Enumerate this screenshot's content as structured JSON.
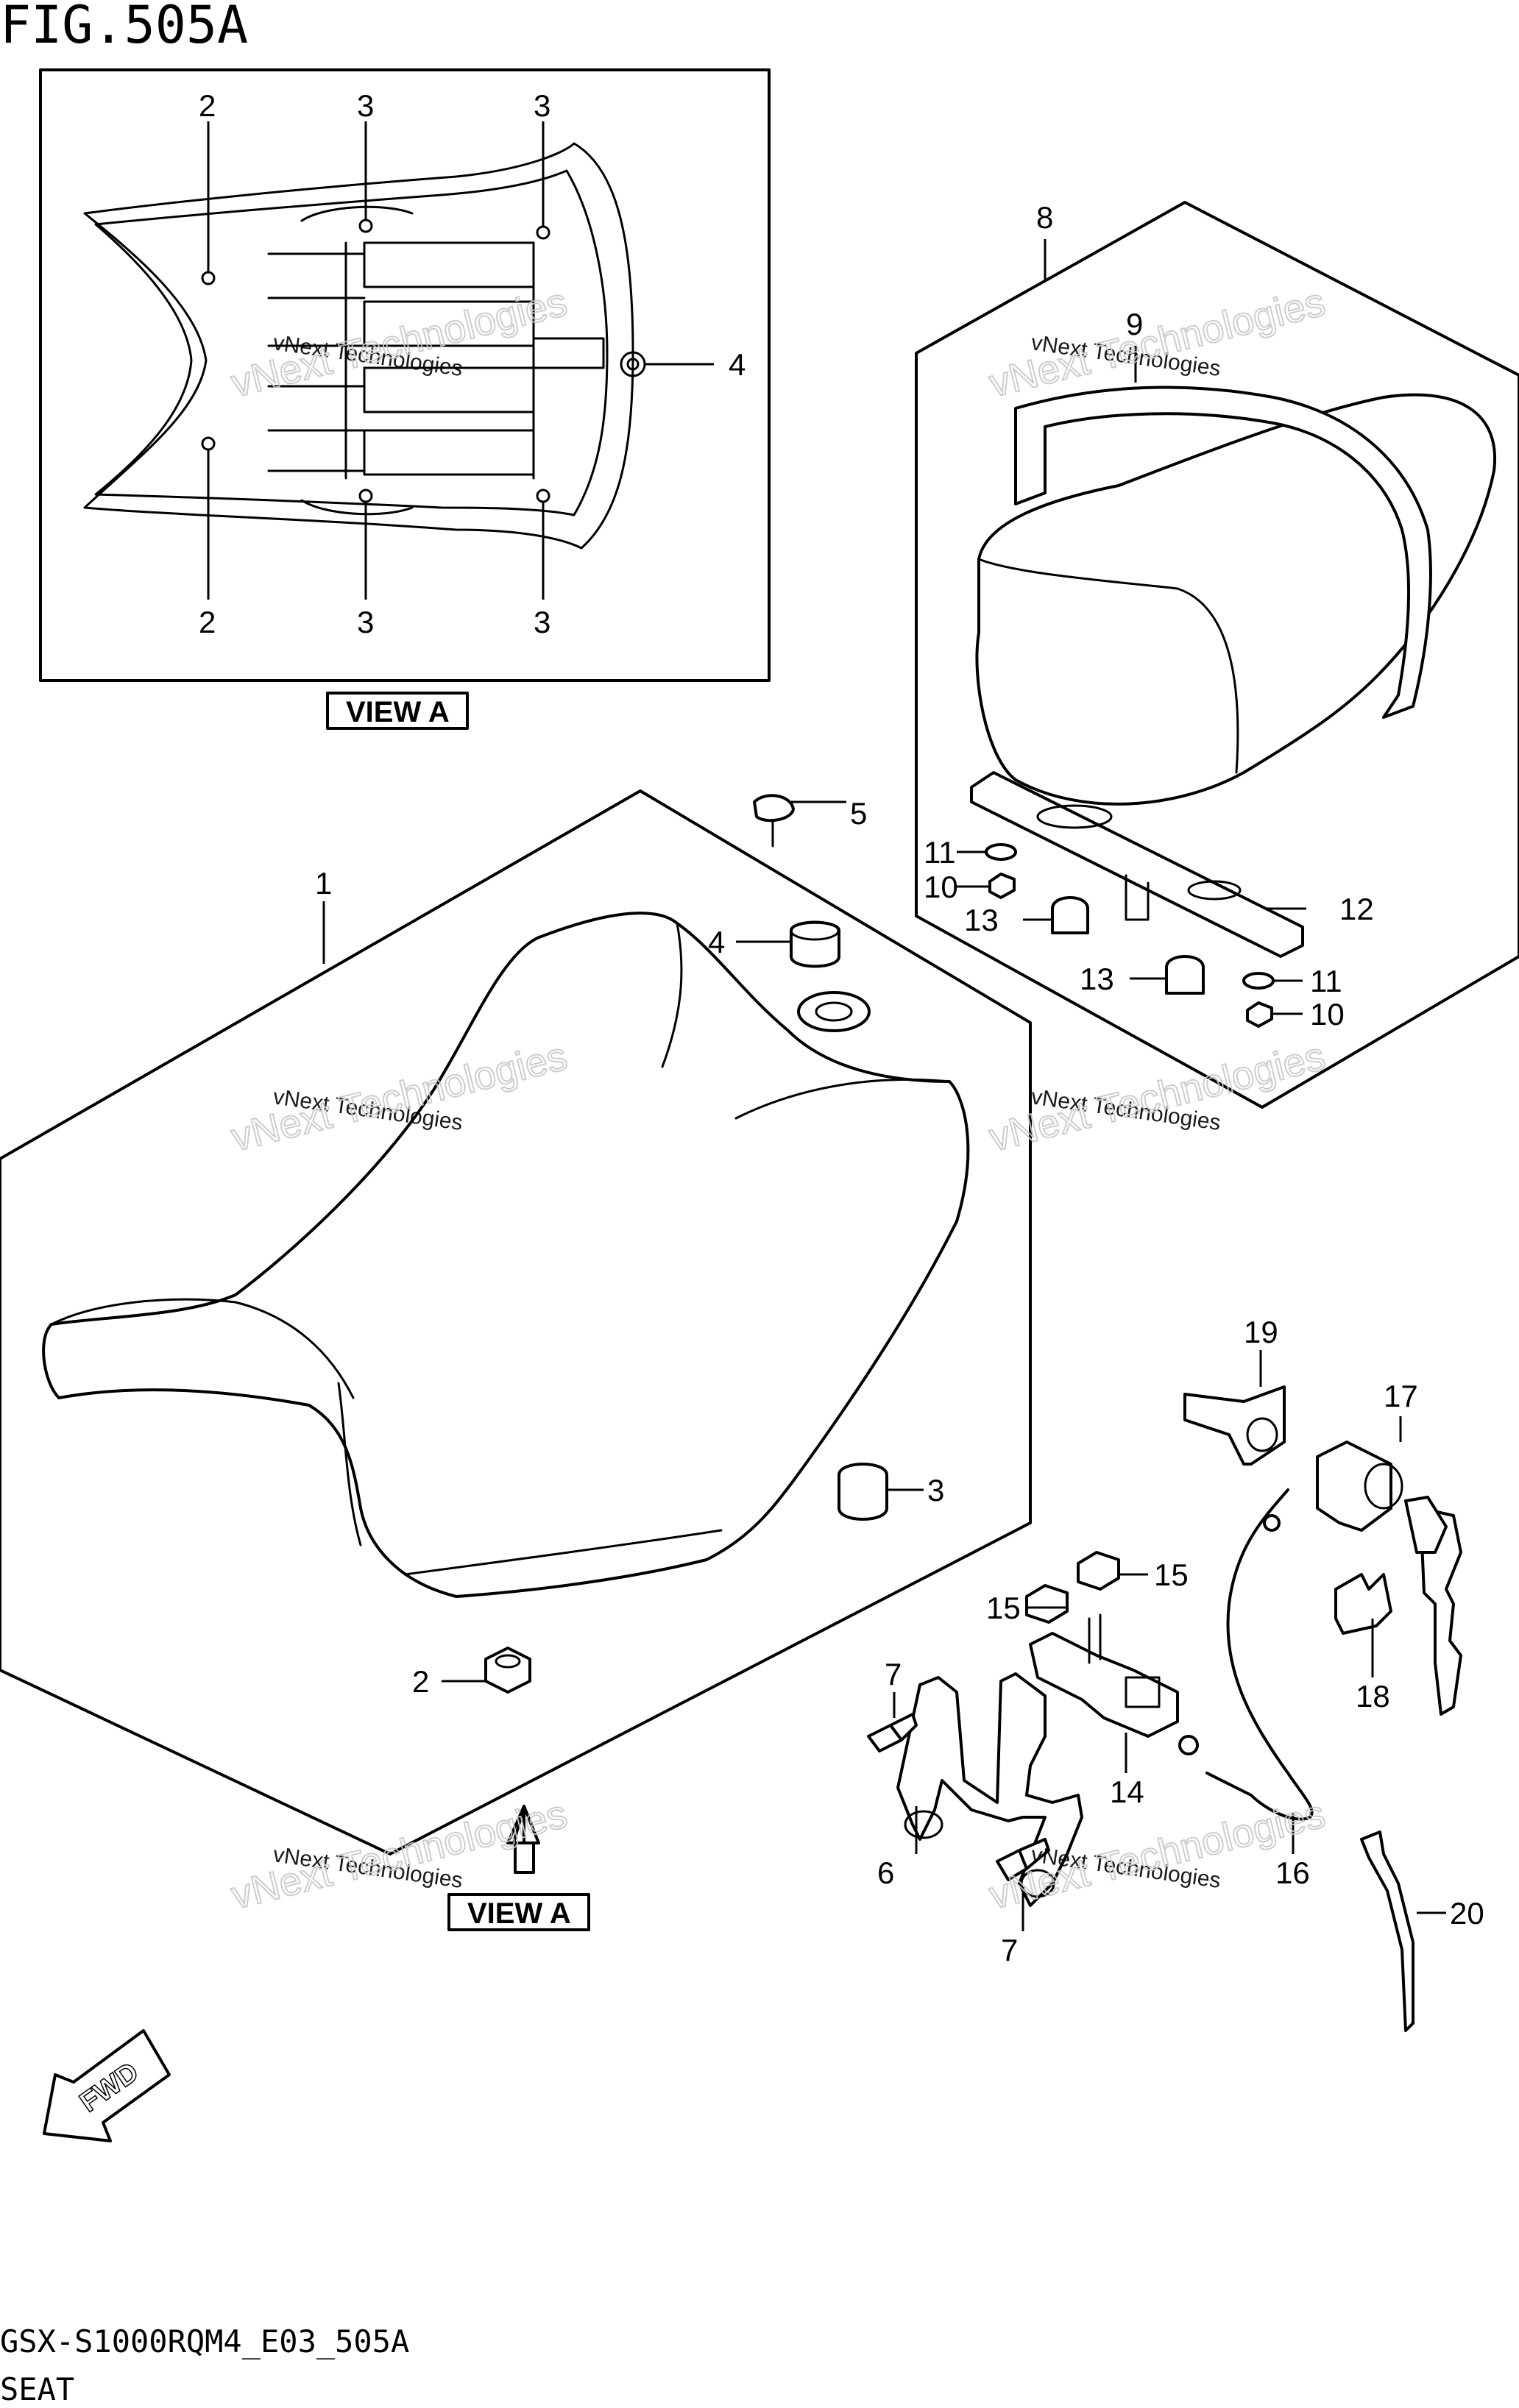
{
  "figure": {
    "title": "FIG.505A",
    "code": "GSX-S1000RQM4_E03_505A",
    "name": "SEAT"
  },
  "view_labels": {
    "top": "VIEW A",
    "bottom": "VIEW A"
  },
  "fwd_label": "FWD",
  "watermark": {
    "line1": "vNext Technologies",
    "line2": "vNext Technologies"
  },
  "callouts": {
    "c1": "1",
    "c2a": "2",
    "c2b": "2",
    "c2c": "2",
    "c3a": "3",
    "c3b": "3",
    "c3c": "3",
    "c3d": "3",
    "c3e": "3",
    "c4a": "4",
    "c4b": "4",
    "c5": "5",
    "c6": "6",
    "c7a": "7",
    "c7b": "7",
    "c8": "8",
    "c9": "9",
    "c10a": "10",
    "c10b": "10",
    "c11a": "11",
    "c11b": "11",
    "c12": "12",
    "c13a": "13",
    "c13b": "13",
    "c14": "14",
    "c15a": "15",
    "c15b": "15",
    "c16": "16",
    "c17": "17",
    "c18": "18",
    "c19": "19",
    "c20": "20"
  }
}
